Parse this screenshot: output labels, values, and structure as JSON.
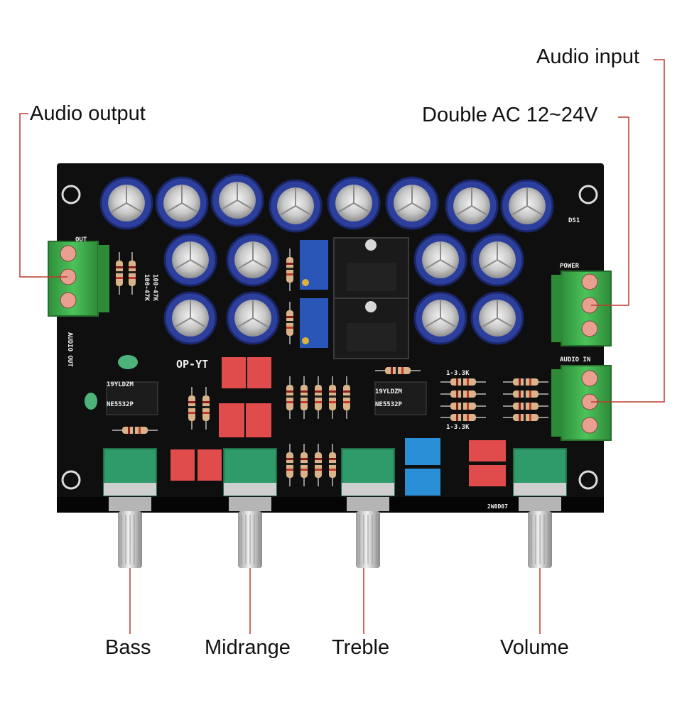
{
  "callouts": {
    "audio_input": "Audio input",
    "audio_output": "Audio output",
    "double_ac": "Double AC 12~24V",
    "bass": "Bass",
    "midrange": "Midrange",
    "treble": "Treble",
    "volume": "Volume"
  },
  "silkscreen": {
    "board_name": "OP-YT",
    "out": "OUT",
    "audio_out": "AUDIO OUT",
    "power": "POWER",
    "audio_in": "AUDIO IN",
    "ds1": "DS1",
    "chip_top_1": "19YLDZM",
    "chip_bottom_1": "NE5532P",
    "chip_top_2": "19YLDZM",
    "chip_bottom_2": "NE5532P",
    "range_1": "1-3.3K",
    "range_2": "1-3.3K",
    "res_label_1": "100-47K",
    "res_label_2": "100-47K",
    "board_code": "2W0D07"
  },
  "colors": {
    "pcb": "#111111",
    "leader_line": "#c0392b",
    "terminal_green": "#3daa4a",
    "capacitor_blue": "#2c3f9c",
    "pot_green": "#2f9a6a",
    "film_cap_red": "#e04b4b",
    "film_cap_blue": "#2a8fd6"
  }
}
